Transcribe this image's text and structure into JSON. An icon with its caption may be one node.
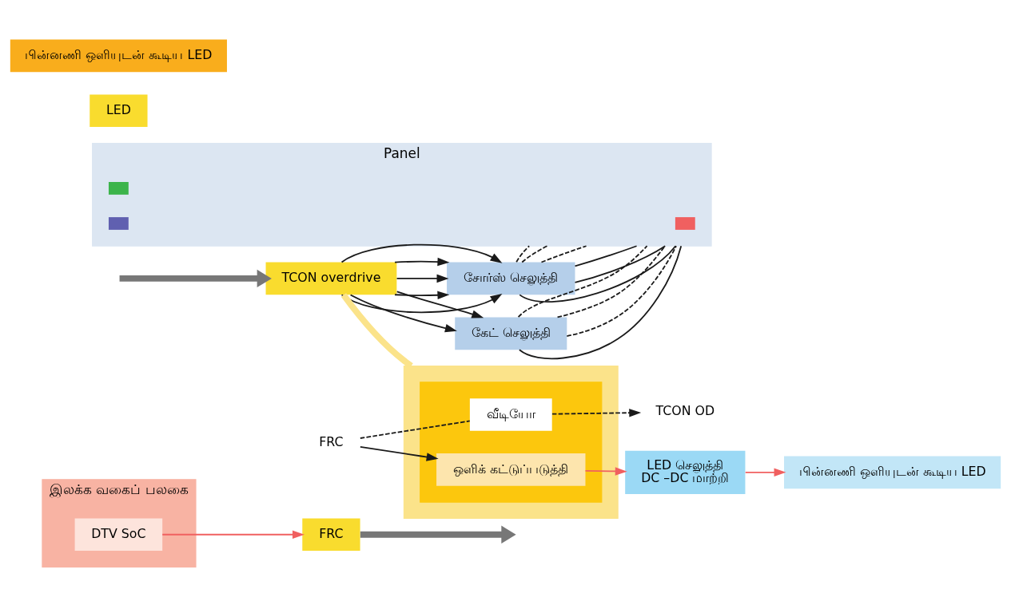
{
  "diagram": {
    "nodes": [
      {
        "text": [
          "இலக்க வகைப் பலகை"
        ]
      },
      {
        "text": [
          "DTV SoC"
        ],
        "in": 0
      },
      {
        "text": [
          "FRC"
        ]
      },
      {
        "text": [
          "TCON overdrive"
        ]
      },
      {
        "text": [
          "LED"
        ]
      },
      {
        "text": [
          "சோர்ஸ் செலுத்தி"
        ]
      },
      {
        "text": [
          "கேட் செலுத்தி"
        ]
      },
      {
        "text": [
          "Panel"
        ]
      },
      {
        "text": [],
        "shape": "box",
        "in": 7
      },
      {
        "text": [],
        "shape": "box",
        "in": 7
      },
      {
        "text": [],
        "shape": "box",
        "in": 7
      },
      {
        "text": [
          "பின்னணி ஒளியுடன் கூடிய LED"
        ]
      },
      {
        "text": [
          "LED செலுத்தி",
          "DC –DC மாற்றி"
        ]
      },
      {
        "text": [],
        "shape": "box"
      },
      {
        "text": [],
        "shape": "box",
        "in": 13
      },
      {
        "text": [
          "வீடியோ"
        ],
        "in": 14
      },
      {
        "text": [
          "ஒளிக் கட்டுப்படுத்தி"
        ],
        "in": 14
      },
      {
        "text": [
          "FRC"
        ]
      },
      {
        "text": [
          "TCON OD"
        ]
      },
      {
        "text": [
          "பின்னணி ஒளியுடன் கூடிய LED"
        ]
      }
    ],
    "edges": [
      {
        "from": 1,
        "to": 2,
        "arrow": "to",
        "color": "#f06060"
      },
      {
        "from": null,
        "to": 3,
        "arrow": "to",
        "style": "thick",
        "color": "#777777"
      },
      {
        "from": 2,
        "to": null,
        "arrow": "to",
        "style": "thick",
        "color": "#777777"
      },
      {
        "from": 3,
        "to": 5,
        "arrow": "to"
      },
      {
        "from": 3,
        "to": 5,
        "arrow": "to"
      },
      {
        "from": 3,
        "to": 5,
        "arrow": "to"
      },
      {
        "from": 3,
        "to": 5,
        "arrow": "to"
      },
      {
        "from": 3,
        "to": 5,
        "arrow": "to"
      },
      {
        "from": 3,
        "to": 6,
        "arrow": "to"
      },
      {
        "from": 3,
        "to": 6,
        "arrow": "to"
      },
      {
        "from": 3,
        "to": 13,
        "arrow": "none",
        "style": "thick",
        "color": "#fbe38a"
      },
      {
        "from": 17,
        "to": 16,
        "arrow": "to"
      },
      {
        "from": 17,
        "to": 15,
        "arrow": "none",
        "style": "dashed"
      },
      {
        "from": 15,
        "to": 18,
        "arrow": "to",
        "style": "dashed"
      },
      {
        "from": 16,
        "to": 12,
        "arrow": "to",
        "color": "#f06060"
      },
      {
        "from": 12,
        "to": 11,
        "arrow": "to",
        "color": "#f06060"
      },
      {
        "from": 5,
        "to": 7,
        "arrow": "none"
      },
      {
        "from": 5,
        "to": 7,
        "arrow": "none"
      },
      {
        "from": 5,
        "to": 7,
        "arrow": "none"
      },
      {
        "from": 5,
        "to": 7,
        "arrow": "none",
        "style": "dashed"
      },
      {
        "from": 5,
        "to": 7,
        "arrow": "none",
        "style": "dashed"
      },
      {
        "from": 5,
        "to": 7,
        "arrow": "none",
        "style": "dashed"
      },
      {
        "from": 6,
        "to": 7,
        "arrow": "none"
      },
      {
        "from": 6,
        "to": 7,
        "arrow": "none",
        "style": "dashed"
      },
      {
        "from": 6,
        "to": 7,
        "arrow": "none",
        "style": "dashed"
      },
      {
        "from": 6,
        "to": 7,
        "arrow": "none",
        "style": "dashed"
      }
    ]
  }
}
